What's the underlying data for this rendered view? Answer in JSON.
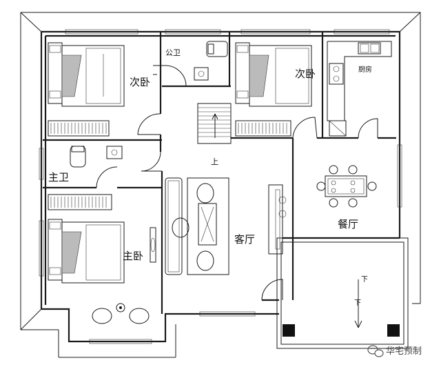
{
  "rooms": {
    "bedroom_nw": "次卧",
    "public_bath": "公卫",
    "bedroom_ne": "次卧",
    "kitchen": "厨房",
    "master_bath": "主卫",
    "living_room": "客厅",
    "dining_room": "餐厅",
    "master_bedroom": "主卧"
  },
  "stairs": {
    "up": "上",
    "down_1": "下",
    "down_2": "下"
  },
  "watermark": {
    "text": "华宅预制",
    "icon": "wechat-icon"
  }
}
